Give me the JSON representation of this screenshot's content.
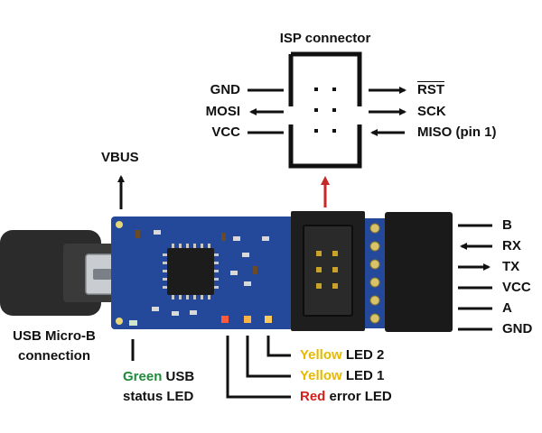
{
  "isp": {
    "title": "ISP connector",
    "left_pins": [
      "GND",
      "MOSI",
      "VCC"
    ],
    "right_pins": [
      "RST",
      "SCK",
      "MISO (pin 1)"
    ]
  },
  "vbus": "VBUS",
  "usb": {
    "line1": "USB Micro-B",
    "line2": "connection"
  },
  "status_led": {
    "color_word": "Green",
    "rest": "USB",
    "line2": "status LED"
  },
  "leds": [
    {
      "color_word": "Yellow",
      "rest": "LED 2"
    },
    {
      "color_word": "Yellow",
      "rest": "LED 1"
    },
    {
      "color_word": "Red",
      "rest": "error LED"
    }
  ],
  "serial_pins": [
    "B",
    "RX",
    "TX",
    "VCC",
    "A",
    "GND"
  ],
  "colors": {
    "board": "#24489a",
    "arrow_red": "#c62828",
    "label_green": "#1e8a3a",
    "label_yellow": "#e6b800",
    "label_red": "#d0211b"
  }
}
